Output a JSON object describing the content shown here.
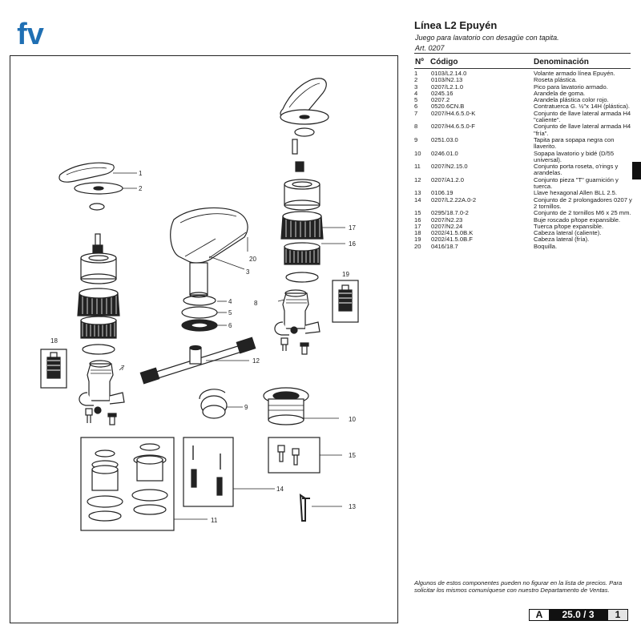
{
  "brand": {
    "logo_text": "fv",
    "color": "#1f6fb3"
  },
  "header": {
    "title": "Línea L2 Epuyén",
    "subtitle_lines": [
      "Juego para lavatorio con desagüe con tapita.",
      "Art. 0207"
    ]
  },
  "table": {
    "headers": {
      "no": "Nº",
      "code": "Código",
      "name": "Denominación"
    },
    "rows": [
      {
        "no": "1",
        "code": "0103/L2.14.0",
        "name": "Volante armado línea Epuyén."
      },
      {
        "no": "2",
        "code": "0103/N2.13",
        "name": "Roseta plástica."
      },
      {
        "no": "3",
        "code": "0207/L2.1.0",
        "name": "Pico para lavatorio armado."
      },
      {
        "no": "4",
        "code": "0245.16",
        "name": "Arandela de goma."
      },
      {
        "no": "5",
        "code": "0207.2",
        "name": "Arandela plástica color rojo."
      },
      {
        "no": "6",
        "code": "0520.6CN.B",
        "name": "Contratuerca G. ½\"x 14H (plástica)."
      },
      {
        "no": "7",
        "code": "0207/H4.6.5.0-K",
        "name": "Conjunto de llave lateral armada H4 \"caliente\"."
      },
      {
        "no": "8",
        "code": "0207/H4.6.5.0-F",
        "name": "Conjunto de llave lateral armada H4 \"fría\"."
      },
      {
        "no": "9",
        "code": "0251.03.0",
        "name": "Tapita para sopapa negra con llaverito."
      },
      {
        "no": "10",
        "code": "0246.01.0",
        "name": "Sopapa lavatorio y bidé (D/55 universal)."
      },
      {
        "no": "11",
        "code": "0207/N2.15.0",
        "name": "Conjunto porta roseta, o'rings y arandelas."
      },
      {
        "no": "12",
        "code": "0207/A1.2.0",
        "name": "Conjunto pieza \"T\" guarnición y tuerca."
      },
      {
        "no": "13",
        "code": "0106.19",
        "name": "Llave hexagonal Allen BLL 2.5."
      },
      {
        "no": "14",
        "code": "0207/L2.22A.0-2",
        "name": "Conjunto de 2 prolongadores 0207 y 2 tornillos."
      },
      {
        "no": "15",
        "code": "0295/18.7.0-2",
        "name": "Conjunto de 2 tornillos M6 x 25 mm."
      },
      {
        "no": "16",
        "code": "0207/N2.23",
        "name": "Buje roscado p/tope expansible."
      },
      {
        "no": "17",
        "code": "0207/N2.24",
        "name": "Tuerca p/tope expansible."
      },
      {
        "no": "18",
        "code": "0202/41.5.0B.K",
        "name": "Cabeza lateral (caliente)."
      },
      {
        "no": "19",
        "code": "0202/41.5.0B.F",
        "name": "Cabeza lateral (fría)."
      },
      {
        "no": "20",
        "code": "0416/18.7",
        "name": "Boquilla."
      }
    ]
  },
  "footnote": "Algunos de estos componentes pueden no figurar en la lista de precios. Para solicitar los mismos comuníquese con nuestro Departamento de Ventas.",
  "page_tag": {
    "section": "A",
    "page": "25.0 / 3",
    "sheet": "1"
  },
  "callouts": [
    "1",
    "2",
    "3",
    "4",
    "5",
    "6",
    "7",
    "8",
    "9",
    "10",
    "11",
    "12",
    "13",
    "14",
    "15",
    "16",
    "17",
    "18",
    "19",
    "20"
  ]
}
